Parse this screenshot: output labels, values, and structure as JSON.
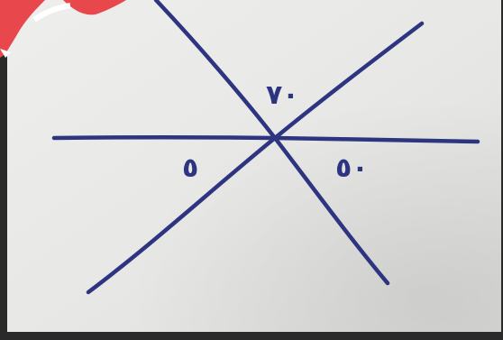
{
  "figure": {
    "labels": {
      "top": "٧٠",
      "left": "٥",
      "right": "٥٠"
    }
  },
  "colors": {
    "ink": "#2e3580",
    "paper": "#ebebe8",
    "stamp": "#e8474b",
    "border": "#2a2a2a"
  }
}
